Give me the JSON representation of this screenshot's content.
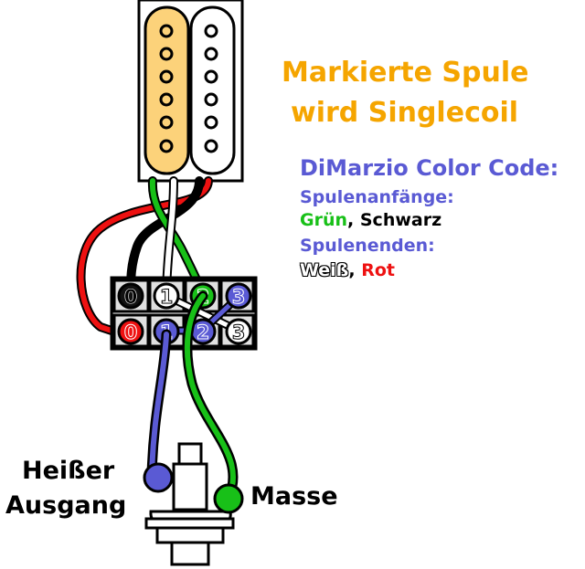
{
  "title": {
    "line1": "Markierte Spule",
    "line2": "wird Singlecoil"
  },
  "color_code": {
    "title": "DiMarzio Color Code:",
    "starts_label": "Spulenanfänge:",
    "starts": {
      "first": "Grün",
      "separator": ", ",
      "second": "Schwarz"
    },
    "ends_label": "Spulenenden:",
    "ends": {
      "first": "Weiß",
      "separator": ", ",
      "second": "Rot"
    }
  },
  "terminals": {
    "top": [
      "0",
      "1",
      "2",
      "3"
    ],
    "bottom": [
      "0",
      "1",
      "2",
      "3"
    ]
  },
  "labels": {
    "hot_line1": "Heißer",
    "hot_line2": "Ausgang",
    "ground": "Masse"
  },
  "colors": {
    "highlight": "#f5a500",
    "accent": "#5a5ad4",
    "wire_green": "#18c018",
    "wire_red": "#ee1111",
    "wire_black": "#000000",
    "wire_white": "#ffffff",
    "coil_marked": "#fcd27a",
    "terminal_bg": "#e0e0e0"
  },
  "icons": [
    "humbucker-pickup-icon",
    "terminal-strip-icon",
    "output-jack-icon"
  ]
}
